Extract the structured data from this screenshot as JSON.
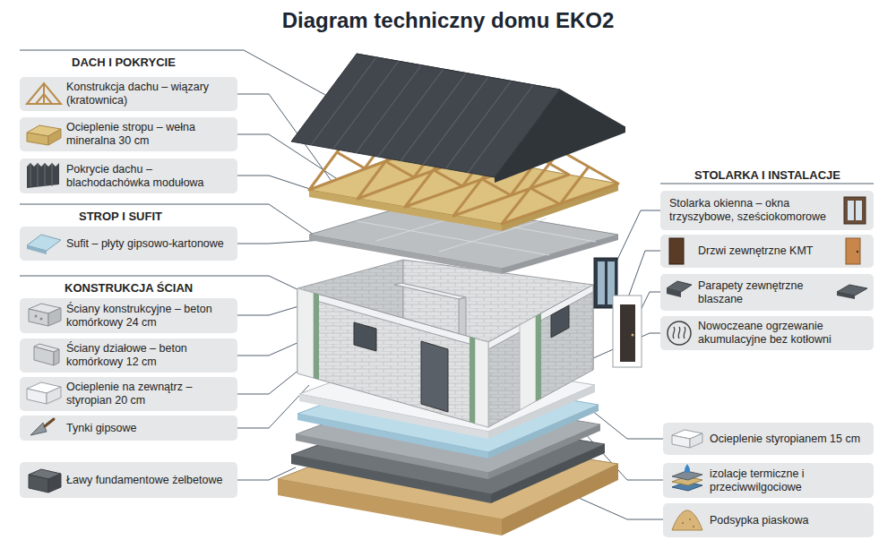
{
  "diagram": {
    "title": "Diagram techniczny domu EKO2",
    "nodes": [
      {
        "text": [
          "Konstrukcja dachu – wiązary (kratownica)"
        ]
      },
      {
        "text": [
          "Ocieplenie stropu – wełna mineralna 30 cm"
        ]
      },
      {
        "text": [
          "Pokrycie dachu – blachodachówka modułowa"
        ]
      },
      {
        "text": [
          "Sufit – płyty gipsowo-kartonowe"
        ]
      },
      {
        "text": [
          "Ściany konstrukcyjne – beton komórkowy 24 cm"
        ]
      },
      {
        "text": [
          "Ściany działowe – beton komórkowy 12 cm"
        ]
      },
      {
        "text": [
          "Ocieplenie na zewnątrz – styropian 20 cm"
        ]
      },
      {
        "text": [
          "Tynki gipsowe"
        ]
      },
      {
        "text": [
          "Ławy fundamentowe żelbetowe"
        ]
      },
      {
        "text": [
          "Stolarka okienna – okna trzyszybowe, sześciokomorowe"
        ]
      },
      {
        "text": [
          "Drzwi zewnętrzne KMT"
        ]
      },
      {
        "text": [
          "Parapety zewnętrzne blaszane"
        ]
      },
      {
        "text": [
          "Nowoczeane ogrzewanie akumulacyjne bez kotłowni"
        ]
      },
      {
        "text": [
          "Ocieplenie styropianem 15 cm"
        ]
      },
      {
        "text": [
          "izolacje termiczne i przeciwwilgociowe"
        ]
      },
      {
        "text": [
          "Podsypka piaskowa"
        ]
      }
    ],
    "labels": [
      "DACH I POKRYCIE",
      "STROP I SUFIT",
      "KONSTRUKCJA ŚCIAN",
      "STOLARKA I INSTALACJE"
    ]
  }
}
